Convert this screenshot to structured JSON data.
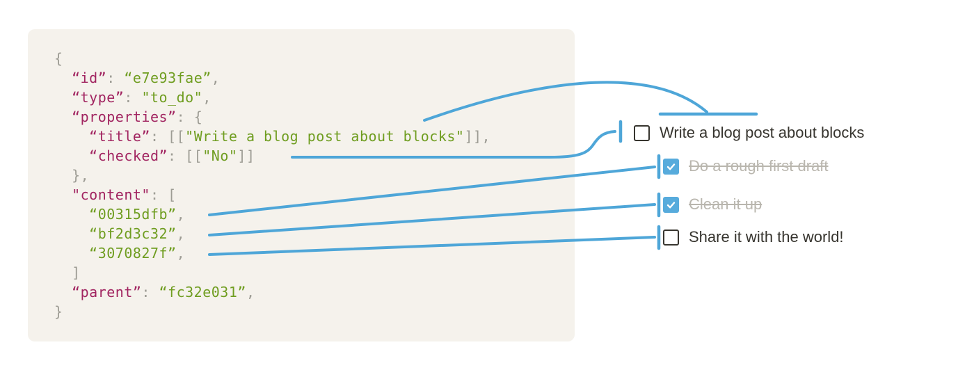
{
  "colors": {
    "accent_blue": "#4EA6D8",
    "checkbox_checked_blue": "#57ABDC",
    "panel_bg": "#F5F2EC",
    "page_bg": "#FFFFFF",
    "code_key": "#A12460",
    "code_string": "#6F9D20",
    "code_punct": "#9D9C94",
    "todo_text": "#37352F",
    "todo_text_done": "#B9B6AE"
  },
  "code_panel": {
    "language": "json",
    "lines": [
      [
        {
          "t": "{",
          "c": "punct"
        }
      ],
      [
        {
          "t": "  ",
          "c": "punct"
        },
        {
          "t": "“id”",
          "c": "key"
        },
        {
          "t": ": ",
          "c": "punct"
        },
        {
          "t": "“e7e93fae”",
          "c": "string"
        },
        {
          "t": ",",
          "c": "punct"
        }
      ],
      [
        {
          "t": "  ",
          "c": "punct"
        },
        {
          "t": "“type”",
          "c": "key"
        },
        {
          "t": ": ",
          "c": "punct"
        },
        {
          "t": "\"to_do\"",
          "c": "string"
        },
        {
          "t": ",",
          "c": "punct"
        }
      ],
      [
        {
          "t": "  ",
          "c": "punct"
        },
        {
          "t": "“properties”",
          "c": "key"
        },
        {
          "t": ": ",
          "c": "punct"
        },
        {
          "t": "{",
          "c": "punct"
        }
      ],
      [
        {
          "t": "    ",
          "c": "punct"
        },
        {
          "t": "“title”",
          "c": "key"
        },
        {
          "t": ": ",
          "c": "punct"
        },
        {
          "t": "[[",
          "c": "punct"
        },
        {
          "t": "\"Write a blog post about blocks\"",
          "c": "string"
        },
        {
          "t": "]],",
          "c": "punct"
        }
      ],
      [
        {
          "t": "    ",
          "c": "punct"
        },
        {
          "t": "“checked”",
          "c": "key"
        },
        {
          "t": ": ",
          "c": "punct"
        },
        {
          "t": "[[",
          "c": "punct"
        },
        {
          "t": "\"No\"",
          "c": "string"
        },
        {
          "t": "]]",
          "c": "punct"
        }
      ],
      [
        {
          "t": "  },",
          "c": "punct"
        }
      ],
      [
        {
          "t": "  ",
          "c": "punct"
        },
        {
          "t": "\"content\"",
          "c": "key"
        },
        {
          "t": ": ",
          "c": "punct"
        },
        {
          "t": "[",
          "c": "punct"
        }
      ],
      [
        {
          "t": "    ",
          "c": "punct"
        },
        {
          "t": "“00315dfb”",
          "c": "string"
        },
        {
          "t": ",",
          "c": "punct"
        }
      ],
      [
        {
          "t": "    ",
          "c": "punct"
        },
        {
          "t": "“bf2d3c32”",
          "c": "string"
        },
        {
          "t": ",",
          "c": "punct"
        }
      ],
      [
        {
          "t": "    ",
          "c": "punct"
        },
        {
          "t": "“3070827f”",
          "c": "string"
        },
        {
          "t": ",",
          "c": "punct"
        }
      ],
      [
        {
          "t": "  ]",
          "c": "punct"
        }
      ],
      [
        {
          "t": "  ",
          "c": "punct"
        },
        {
          "t": "“parent”",
          "c": "key"
        },
        {
          "t": ": ",
          "c": "punct"
        },
        {
          "t": "“fc32e031”",
          "c": "string"
        },
        {
          "t": ",",
          "c": "punct"
        }
      ],
      [
        {
          "t": "}",
          "c": "punct"
        }
      ]
    ]
  },
  "todo_list": {
    "items": [
      {
        "label": "Write a blog post about blocks",
        "checked": false,
        "struck": false
      },
      {
        "label": "Do a rough first draft",
        "checked": true,
        "struck": true
      },
      {
        "label": "Clean it up",
        "checked": true,
        "struck": true
      },
      {
        "label": "Share it with the world!",
        "checked": false,
        "struck": false
      }
    ]
  },
  "connectors": [
    {
      "from": "title value",
      "to": "todo item 1 label"
    },
    {
      "from": "checked value",
      "to": "todo item 1 checkbox"
    },
    {
      "from": "content id 00315dfb",
      "to": "todo item 2"
    },
    {
      "from": "content id bf2d3c32",
      "to": "todo item 3"
    },
    {
      "from": "content id 3070827f",
      "to": "todo item 4"
    }
  ]
}
